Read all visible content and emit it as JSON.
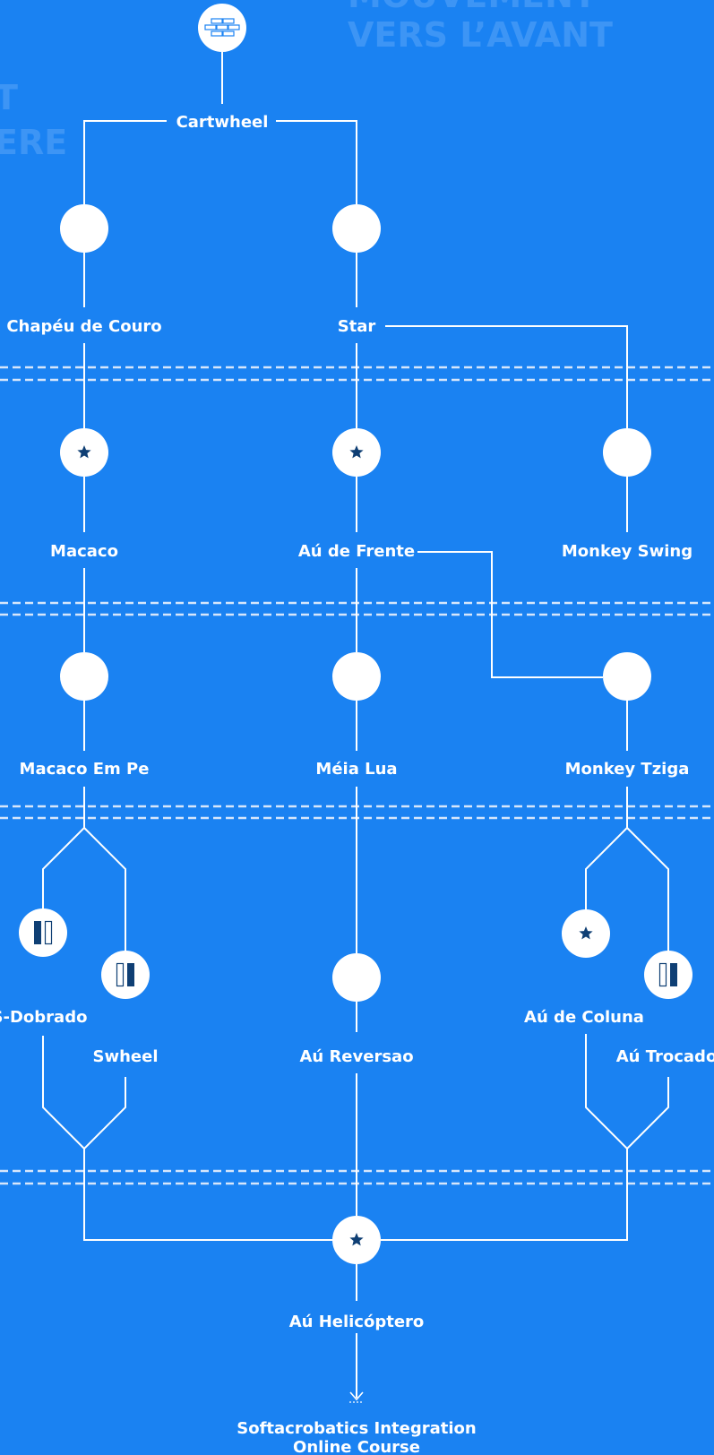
{
  "background": {
    "color": "#1a82f2",
    "watermark_color": "#3d95f5",
    "icon_color": "#0f3f74"
  },
  "header": {
    "title_line1": "MOUVEMENT",
    "title_line2": "VERS L’AVANT",
    "left_fragment_line1": "T",
    "left_fragment_line2": "ERE",
    "root_icon": "wall-bricks-icon"
  },
  "nodes": {
    "cartwheel": "Cartwheel",
    "chapeu": "Chapéu de Couro",
    "star": "Star",
    "macaco": "Macaco",
    "au_frente": "Aú de Frente",
    "monkey_swing": "Monkey Swing",
    "macaco_em_pe": "Macaco Em Pe",
    "meia_lua": "Méia Lua",
    "monkey_tziga": "Monkey Tziga",
    "s_dobrado": "S-Dobrado",
    "swheel": "Swheel",
    "au_reversao": "Aú Reversao",
    "au_coluna": "Aú de Coluna",
    "au_trocado": "Aú Trocado",
    "au_helicoptero": "Aú Helicóptero",
    "footer_line1": "Softacrobatics Integration",
    "footer_line2": "Online Course"
  }
}
